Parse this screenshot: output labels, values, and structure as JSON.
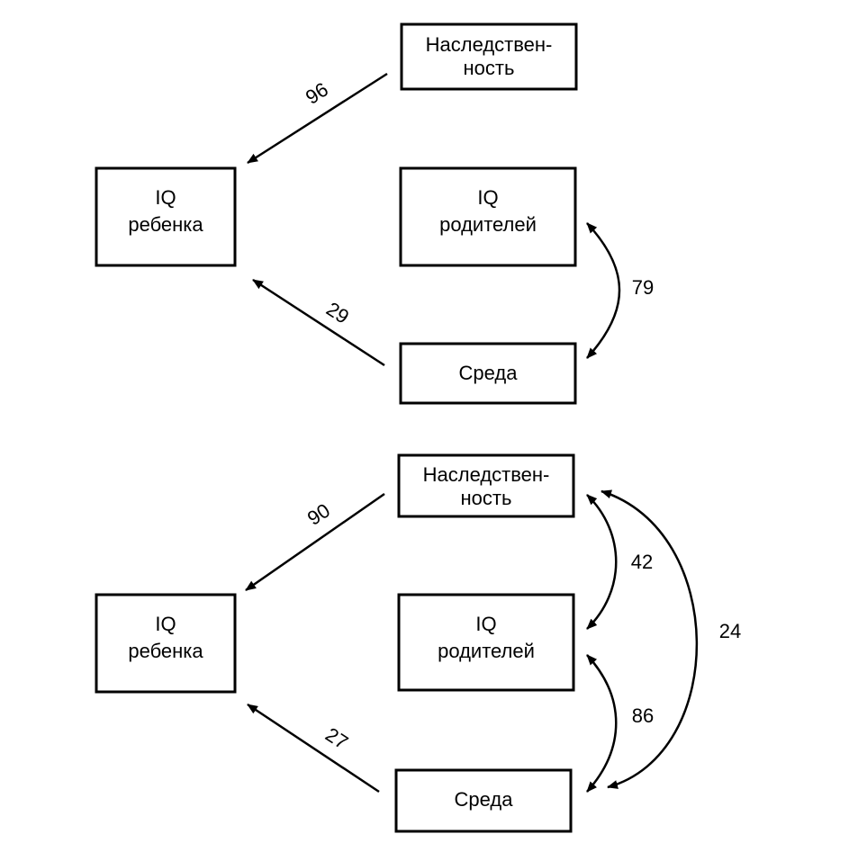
{
  "diagrams": [
    {
      "nodes": {
        "heredity": [
          "Наследствен-",
          "ность"
        ],
        "child_iq": [
          "IQ",
          "ребенка"
        ],
        "parent_iq": [
          "IQ",
          "родителей"
        ],
        "environment": [
          "Среда"
        ]
      },
      "coefficients": {
        "heredity_to_child": "96",
        "environment_to_child": "29",
        "parent_environment": "79"
      }
    },
    {
      "nodes": {
        "heredity": [
          "Наследствен-",
          "ность"
        ],
        "child_iq": [
          "IQ",
          "ребенка"
        ],
        "parent_iq": [
          "IQ",
          "родителей"
        ],
        "environment": [
          "Среда"
        ]
      },
      "coefficients": {
        "heredity_to_child": "90",
        "environment_to_child": "27",
        "heredity_parent": "42",
        "parent_environment": "86",
        "heredity_environment": "24"
      }
    }
  ],
  "colors": {
    "ink": "#000000",
    "paper": "#ffffff"
  }
}
